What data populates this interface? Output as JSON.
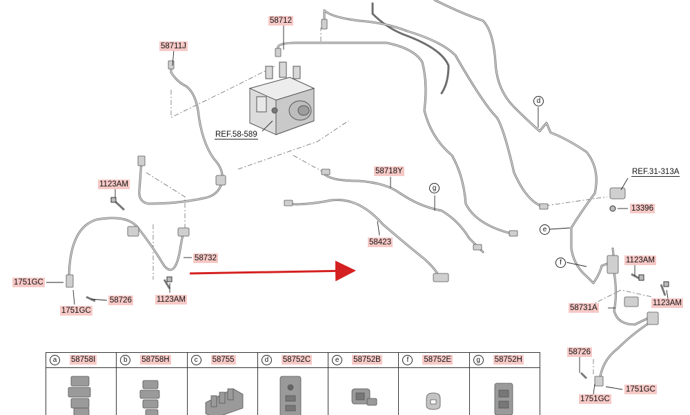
{
  "parts": {
    "p58712": "58712",
    "p58711J": "58711J",
    "p58718Y": "58718Y",
    "p58423": "58423",
    "p58732": "58732",
    "p58731A": "58731A",
    "p58726_left": "58726",
    "p58726_right": "58726",
    "p1123AM_1": "1123AM",
    "p1123AM_2": "1123AM",
    "p1123AM_3": "1123AM",
    "p1123AM_4": "1123AM",
    "p1751GC_1": "1751GC",
    "p1751GC_2": "1751GC",
    "p1751GC_3": "1751GC",
    "p1751GC_4": "1751GC",
    "p13396": "13396"
  },
  "refs": {
    "ref58589": "REF.58-589",
    "ref31313A": "REF.31-313A"
  },
  "callouts": {
    "d": "d",
    "e": "e",
    "f": "f",
    "g": "g"
  },
  "clip_table": [
    {
      "letter": "a",
      "part": "58758I"
    },
    {
      "letter": "b",
      "part": "58758H"
    },
    {
      "letter": "c",
      "part": "58755"
    },
    {
      "letter": "d",
      "part": "58752C"
    },
    {
      "letter": "e",
      "part": "58752B"
    },
    {
      "letter": "f",
      "part": "58752E"
    },
    {
      "letter": "g",
      "part": "58752H"
    }
  ],
  "colors": {
    "highlight": "#f6c9c6",
    "arrow": "#d42020",
    "line": "#555555"
  }
}
